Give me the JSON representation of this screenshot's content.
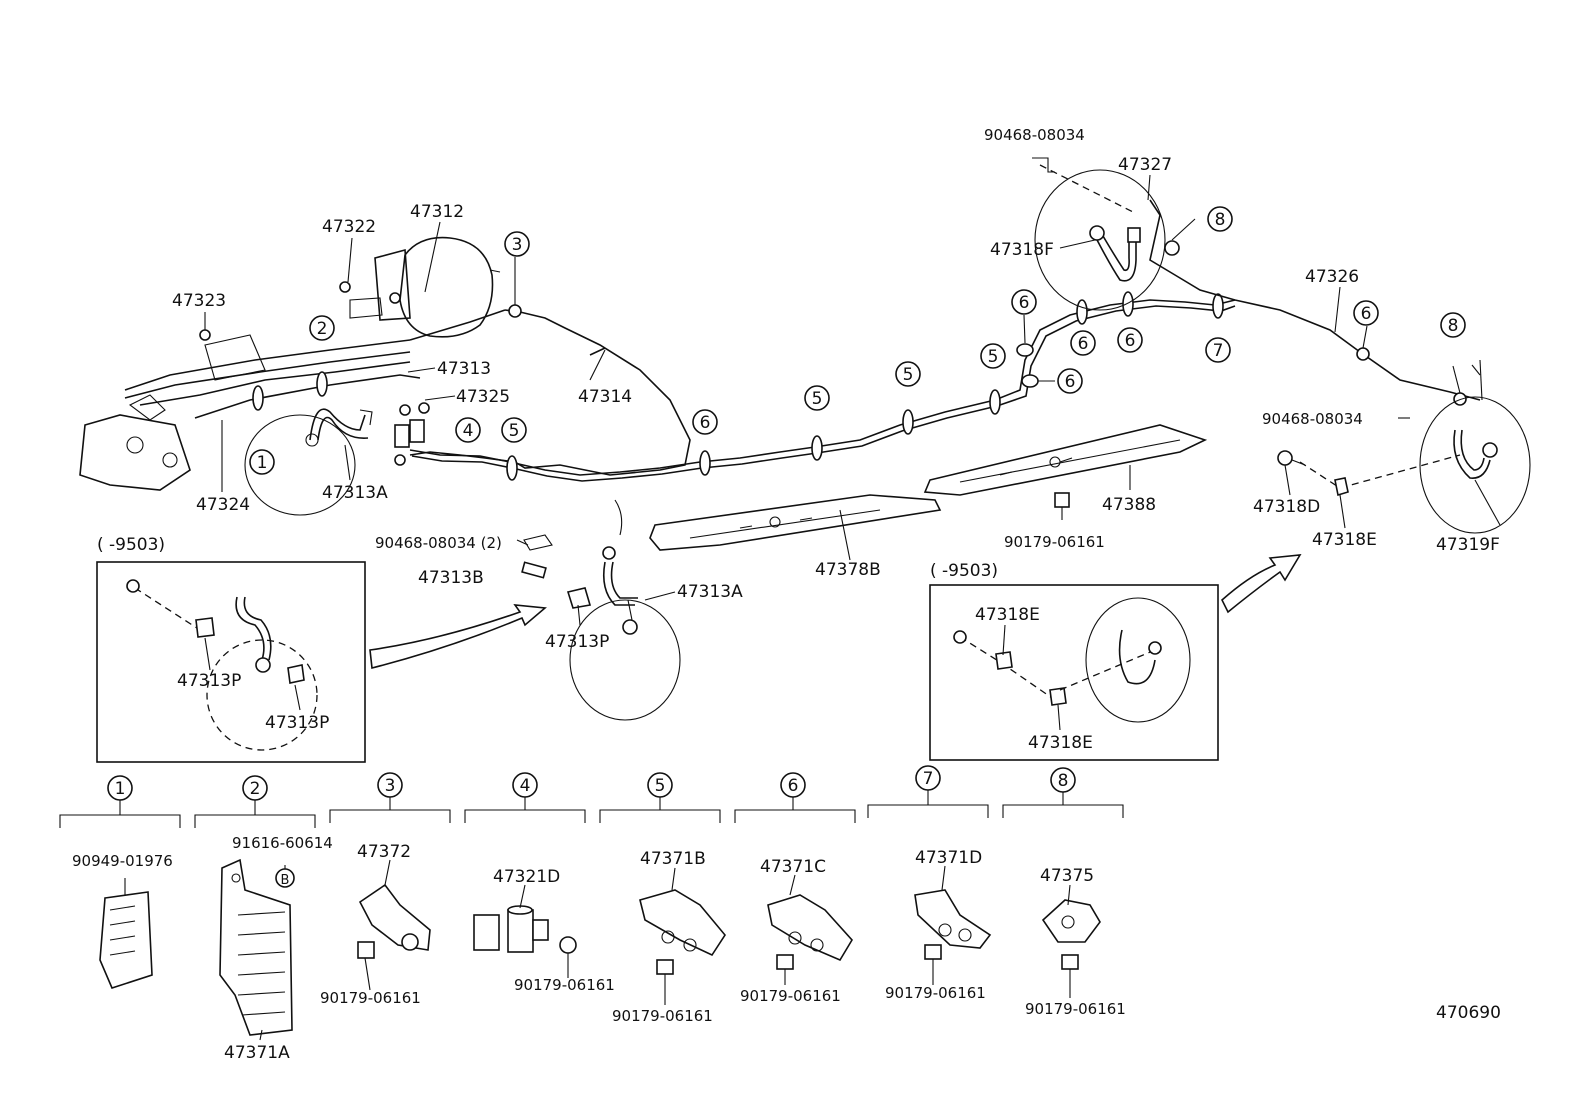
{
  "diagram_id": "470690",
  "circle_tags": [
    "1",
    "2",
    "3",
    "4",
    "5",
    "6",
    "7",
    "8"
  ],
  "badge_b": "B",
  "labels": {
    "p47322": "47322",
    "p47312": "47312",
    "p47323": "47323",
    "p47313": "47313",
    "p47325": "47325",
    "p47314": "47314",
    "p47324": "47324",
    "p47313A_top": "47313A",
    "p47313A_mid": "47313A",
    "p47313B": "47313B",
    "p47313P_mid": "47313P",
    "p90468_2": "90468-08034 (2)",
    "p90468_top": "90468-08034",
    "p90468_right": "90468-08034",
    "p47327": "47327",
    "p47318F": "47318F",
    "p47326": "47326",
    "p47378B": "47378B",
    "p47388": "47388",
    "p90179_mid": "90179-06161",
    "p47318D": "47318D",
    "p47318E_main": "47318E",
    "p47319F": "47319F",
    "inset_left_note": "(      -9503)",
    "inset_left_p1": "47313P",
    "inset_left_p2": "47313P",
    "inset_right_note": "(      -9503)",
    "inset_right_e1": "47318E",
    "inset_right_e2": "47318E"
  },
  "clamp_groups": [
    {
      "tag": "1",
      "parts": [
        "90949-01976"
      ]
    },
    {
      "tag": "2",
      "parts": [
        "91616-60614",
        "47371A"
      ]
    },
    {
      "tag": "3",
      "parts": [
        "47372",
        "90179-06161"
      ]
    },
    {
      "tag": "4",
      "parts": [
        "47321D",
        "90179-06161"
      ]
    },
    {
      "tag": "5",
      "parts": [
        "47371B",
        "90179-06161"
      ]
    },
    {
      "tag": "6",
      "parts": [
        "47371C",
        "90179-06161"
      ]
    },
    {
      "tag": "7",
      "parts": [
        "47371D",
        "90179-06161"
      ]
    },
    {
      "tag": "8",
      "parts": [
        "47375",
        "90179-06161"
      ]
    }
  ]
}
